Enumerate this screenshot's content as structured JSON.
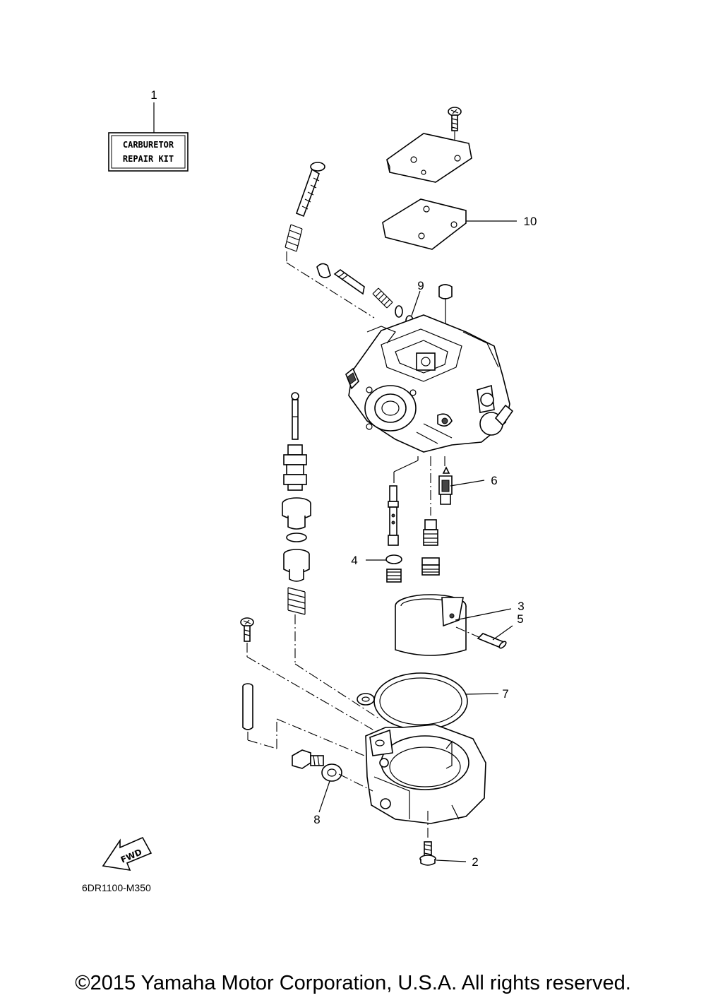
{
  "kit_label": {
    "line1": "CARBURETOR",
    "line2": "REPAIR KIT"
  },
  "callouts": [
    "1",
    "2",
    "3",
    "4",
    "5",
    "6",
    "7",
    "8",
    "9",
    "10"
  ],
  "fwd_label": "FWD",
  "diagram_code": "6DR1100-M350",
  "copyright": "©2015 Yamaha Motor Corporation, U.S.A. All rights reserved."
}
